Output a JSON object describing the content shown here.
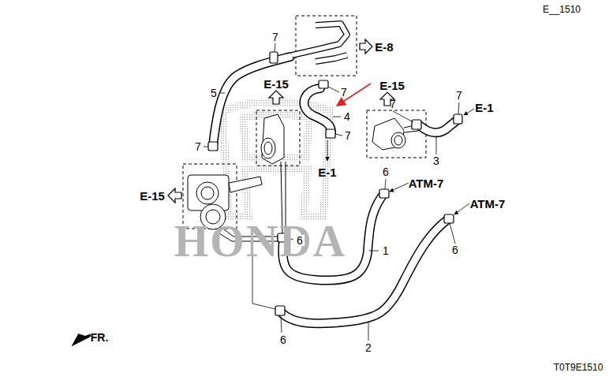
{
  "diagram": {
    "labels": [
      "E__1510",
      "7",
      "E-8",
      "5",
      "E-15",
      "7",
      "E-15",
      "7",
      "7",
      "E-1",
      "4",
      "7",
      "E-1",
      "3",
      "7",
      "E-15",
      "6",
      "ATM-7",
      "ATM-7",
      "HONDA",
      "6",
      "1",
      "6",
      "6",
      "2",
      "FR.",
      "T0T9E1510"
    ]
  }
}
